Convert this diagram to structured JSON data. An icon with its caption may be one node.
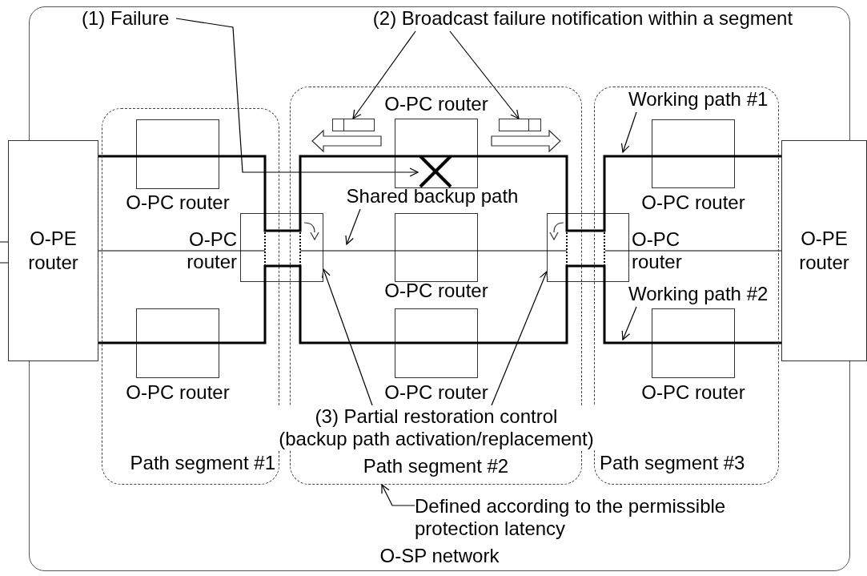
{
  "diagram": {
    "nodes": [
      {
        "text": [
          "O-SP network"
        ]
      },
      {
        "text": [
          "Path segment #1"
        ],
        "in": 0
      },
      {
        "text": [
          "Path segment #2"
        ],
        "in": 0
      },
      {
        "text": [
          "Path segment #3"
        ],
        "in": 0
      },
      {
        "text": [
          "O-PE router"
        ]
      },
      {
        "text": [
          "O-PC router"
        ],
        "in": 1
      },
      {
        "text": [],
        "shape": "box",
        "beside": [
          "O-PC router"
        ],
        "in": 0
      },
      {
        "text": [
          "O-PC router"
        ],
        "in": 1
      },
      {
        "text": [
          "O-PC router"
        ],
        "in": 2
      },
      {
        "text": [
          "O-PC router"
        ],
        "in": 2
      },
      {
        "text": [
          "O-PC router"
        ],
        "in": 2
      },
      {
        "text": [],
        "shape": "box",
        "beside": [
          "O-PC router"
        ],
        "in": 0
      },
      {
        "text": [
          "O-PC router"
        ],
        "in": 3
      },
      {
        "text": [
          "O-PC router"
        ],
        "in": 3
      },
      {
        "text": [
          "O-PE router"
        ]
      },
      {
        "text": [
          "(1) Failure"
        ],
        "in": 0
      },
      {
        "text": [],
        "shape": "cross",
        "in": 8
      },
      {
        "text": [
          "(2) Broadcast failure notification within a segment"
        ],
        "in": 0
      },
      {
        "text": [],
        "shape": "box",
        "in": 2
      },
      {
        "text": [],
        "shape": "box",
        "in": 2
      },
      {
        "text": [
          "Shared backup path"
        ],
        "in": 2
      },
      {
        "text": [
          "Working path #1"
        ],
        "in": 3
      },
      {
        "text": [
          "Working path #2"
        ],
        "in": 3
      },
      {
        "text": [
          "(3) Partial restoration control",
          "(backup path activation/replacement)"
        ],
        "in": 0
      },
      {
        "text": [
          "Defined according to the permissible protection latency"
        ],
        "in": 0
      }
    ],
    "edges": [
      {
        "from": 4,
        "to": 5,
        "arrow": "none",
        "style": "thick"
      },
      {
        "from": 5,
        "to": 6,
        "arrow": "none",
        "style": "thick"
      },
      {
        "from": 6,
        "to": 8,
        "arrow": "none",
        "style": "thick"
      },
      {
        "from": 8,
        "to": 11,
        "arrow": "none",
        "style": "thick"
      },
      {
        "from": 11,
        "to": 12,
        "arrow": "none",
        "style": "thick"
      },
      {
        "from": 12,
        "to": 14,
        "arrow": "none",
        "style": "thick"
      },
      {
        "from": 4,
        "to": 6,
        "arrow": "none"
      },
      {
        "from": 6,
        "to": 9,
        "arrow": "none"
      },
      {
        "from": 9,
        "to": 11,
        "arrow": "none"
      },
      {
        "from": 11,
        "to": 14,
        "arrow": "none"
      },
      {
        "from": 4,
        "to": 7,
        "arrow": "none",
        "style": "thick"
      },
      {
        "from": 7,
        "to": 6,
        "arrow": "none",
        "style": "thick"
      },
      {
        "from": 6,
        "to": 10,
        "arrow": "none",
        "style": "thick"
      },
      {
        "from": 10,
        "to": 11,
        "arrow": "none",
        "style": "thick"
      },
      {
        "from": 11,
        "to": 13,
        "arrow": "none",
        "style": "thick"
      },
      {
        "from": 13,
        "to": 14,
        "arrow": "none",
        "style": "thick"
      },
      {
        "from": 15,
        "to": 16,
        "arrow": "to"
      },
      {
        "from": 17,
        "to": 18,
        "arrow": "to"
      },
      {
        "from": 17,
        "to": 19,
        "arrow": "to"
      },
      {
        "from": 20,
        "to": null,
        "arrow": "to"
      },
      {
        "from": 21,
        "to": null,
        "arrow": "to"
      },
      {
        "from": 22,
        "to": null,
        "arrow": "to"
      },
      {
        "from": 23,
        "to": 6,
        "arrow": "to"
      },
      {
        "from": 23,
        "to": 11,
        "arrow": "to"
      },
      {
        "from": 24,
        "to": 2,
        "arrow": "to"
      }
    ]
  }
}
